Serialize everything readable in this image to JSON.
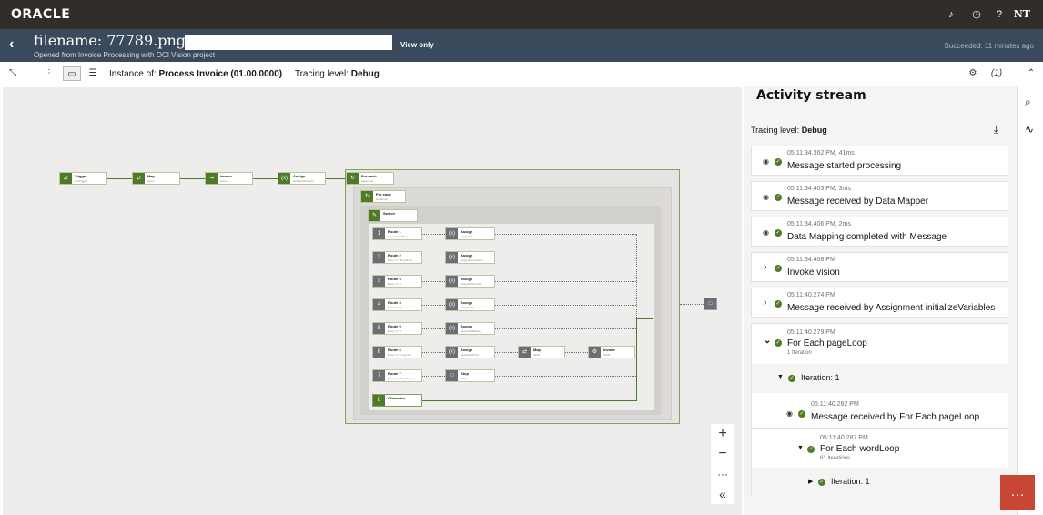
{
  "header": {
    "brand": "ORACLE",
    "user": "NT",
    "icons": [
      "bell-icon",
      "clock-icon",
      "help-icon"
    ]
  },
  "titlebar": {
    "back_icon": "chevron-left-icon",
    "filename": "filename: 77789.png |",
    "subtitle": "Opened from Invoice Processing with OCI Vision project",
    "view_only": "View only",
    "status": "Succeeded: 11 minutes ago"
  },
  "toolbar": {
    "instance_prefix": "Instance of:",
    "instance_name": "Process Invoice (01.00.0000)",
    "tracing_prefix": "Tracing level:",
    "tracing_value": "Debug",
    "count": "(1)"
  },
  "canvas": {
    "top_nodes": [
      {
        "label": "Trigger",
        "sub": "cellTrigger"
      },
      {
        "label": "Map",
        "sub": "vision"
      },
      {
        "label": "Invoke",
        "sub": "vision"
      },
      {
        "label": "Assign",
        "sub": "initializeVariables"
      },
      {
        "label": "For each",
        "sub": "pageLoop"
      }
    ],
    "inner_foreach": {
      "label": "For each",
      "sub": "wordLoop"
    },
    "switch": {
      "label": "Switch"
    },
    "routes": [
      {
        "num": "1",
        "label": "Route 1",
        "sub": "key == 'DATEhp"
      },
      {
        "num": "2",
        "label": "Route 2",
        "sub": "$.key == 'ID' and len"
      },
      {
        "num": "3",
        "label": "Route 3",
        "sub": "$.key == 'A'"
      },
      {
        "num": "4",
        "label": "Route 4",
        "sub": "$.key == 'D'"
      },
      {
        "num": "5",
        "label": "Route 5",
        "sub": "$.key == 'A'"
      },
      {
        "num": "6",
        "label": "Route 6",
        "sub": "$.key == 'A' and len"
      },
      {
        "num": "7",
        "label": "Route 7",
        "sub": "$.key == 'ID' and len a"
      },
      {
        "num": "8",
        "label": "Otherwise",
        "sub": ""
      }
    ],
    "assigns": [
      {
        "label": "Assign",
        "sub": "assignDate"
      },
      {
        "label": "Assign",
        "sub": "assignInvoiceNum"
      },
      {
        "label": "Assign",
        "sub": "assignPONumber"
      },
      {
        "label": "Assign",
        "sub": "assignVAT"
      },
      {
        "label": "Assign",
        "sub": "assignTotalPrice"
      },
      {
        "label": "Assign",
        "sub": "assignTaxPrice"
      },
      {
        "label": "Stop",
        "sub": "Stop"
      }
    ],
    "map_extra": {
      "label": "Map",
      "sub": "toFile"
    },
    "invoke_extra": {
      "label": "Invoke",
      "sub": "toFile"
    },
    "zoom": {
      "plus": "+",
      "minus": "−",
      "more": "···",
      "collapse": "«"
    }
  },
  "panel": {
    "title": "Activity stream",
    "tracing_prefix": "Tracing level:",
    "tracing_value": "Debug",
    "entries": [
      {
        "time": "05:11:34.362 PM, 41ms",
        "text": "Message started processing",
        "mode": "eye"
      },
      {
        "time": "05:11:34.403 PM, 3ms",
        "text": "Message received by Data Mapper",
        "mode": "eye"
      },
      {
        "time": "05:11:34.406 PM, 2ms",
        "text": "Data Mapping completed with Message",
        "mode": "eye"
      },
      {
        "time": "05:11:34.408 PM",
        "text": "Invoke vision",
        "mode": "chev"
      },
      {
        "time": "05:11:40.274 PM",
        "text": "Message received by Assignment initializeVariables",
        "mode": "chev"
      }
    ],
    "foreach1": {
      "time": "05:11:40.279 PM",
      "text": "For Each pageLoop",
      "sub": "1 Iteration"
    },
    "iter1": "Iteration: 1",
    "msg_foreach": {
      "time": "05:11:40.282 PM",
      "text": "Message received by For Each pageLoop"
    },
    "foreach2": {
      "time": "05:11:40.287 PM",
      "text": "For Each wordLoop",
      "sub": "61 Iterations"
    },
    "iter2": "Iteration: 1"
  }
}
